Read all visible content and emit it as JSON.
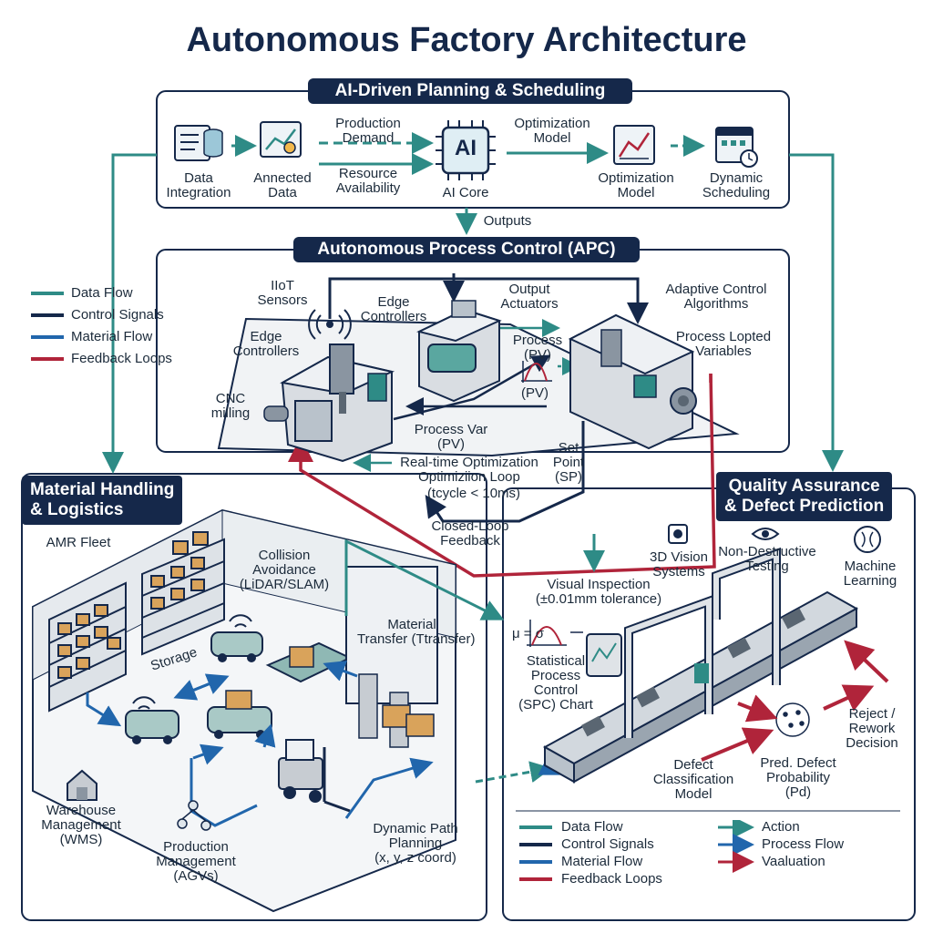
{
  "title": "Autonomous Factory Architecture",
  "colors": {
    "data_flow": "#2e8b86",
    "control_signals": "#15284a",
    "material_flow": "#2166ac",
    "feedback_loops": "#b0243a",
    "panel": "#15284a"
  },
  "legend_left": {
    "items": [
      "Data Flow",
      "Control Signals",
      "Material Flow",
      "Feedback Loops"
    ]
  },
  "planning": {
    "title": "AI-Driven Planning & Scheduling",
    "nodes": {
      "data_integration": "Data\nIntegration",
      "annected_data": "Annected\nData",
      "production_demand": "Production\nDemand",
      "resource_availability": "Resource\nAvailability",
      "ai_core": "AI Core",
      "ai_chip": "AI",
      "optimization_model_top": "Optimization\nModel",
      "optimization_model": "Optimization\nModel",
      "dynamic_scheduling": "Dynamic\nScheduling"
    },
    "outputs": "Outputs"
  },
  "apc": {
    "title": "Autonomous Process Control (APC)",
    "labels": {
      "iiot_sensors": "IIoT\nSensors",
      "edge_controllers_top": "Edge\nControllers",
      "edge_controllers_left": "Edge\nControllers",
      "output_actuators": "Output\nActuators",
      "adaptive_control": "Adaptive Control\nAlgorithms",
      "process_lopted": "Process Lopted\nVariables",
      "process_pv": "Process\n(PV)",
      "pv_small": "(PV)",
      "cnc_milling": "CNC\nmilling",
      "process_var": "Process Var\n(PV)",
      "realtime_loop": "Real-time Optimization\nOptimiziion Loop",
      "tcycle": "(tcycle < 10ms)",
      "set_point": "Set\nPoint\n(SP)",
      "closed_loop": "Closed-Loop\nFeedback"
    }
  },
  "material": {
    "title": "Material Handling\n& Logistics",
    "labels": {
      "amr_fleet": "AMR Fleet",
      "collision": "Collision\nAvoidance\n(LiDAR/SLAM)",
      "material_transfer": "Material\nTransfer (Ttransfer)",
      "storage": "Storage",
      "wms": "Warehouse\nManagement\n(WMS)",
      "production_mgmt": "Production\nManagement\n(AGVs)",
      "dynamic_path": "Dynamic Path\nPlanning\n(x, y, z coord)"
    }
  },
  "quality": {
    "title": "Quality Assurance\n& Defect Prediction",
    "labels": {
      "vision": "3D Vision\nSystems",
      "ndt": "Non-Destructive\nTesting",
      "ml": "Machine\nLearning",
      "visual_inspection": "Visual Inspection\n(±0.01mm tolerance)",
      "spc": "Statistical\nProcess\nControl\n(SPC) Chart",
      "spc_symbols": "μ =       σ",
      "reject": "Reject /\nRework\nDecision",
      "defect_model": "Defect\nClassification\nModel",
      "pred_defect": "Pred. Defect\nProbability\n(Pd)"
    }
  },
  "legend_bottom": {
    "left": [
      "Data Flow",
      "Control Signals",
      "Material Flow",
      "Feedback Loops"
    ],
    "right": [
      "Action",
      "Process Flow",
      "Vaaluation"
    ]
  }
}
